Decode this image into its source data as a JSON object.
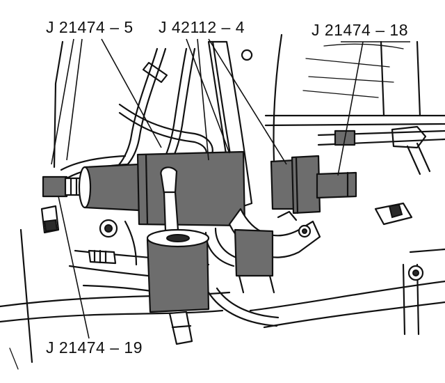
{
  "callouts": {
    "tool_j21474_5": "J 21474 – 5",
    "tool_j42112_4": "J 42112 – 4",
    "tool_j21474_18": "J 21474 – 18",
    "tool_j21474_19": "J 21474 – 19"
  },
  "colors": {
    "line": "#111111",
    "shading": "#6d6d6d",
    "background": "#ffffff"
  }
}
